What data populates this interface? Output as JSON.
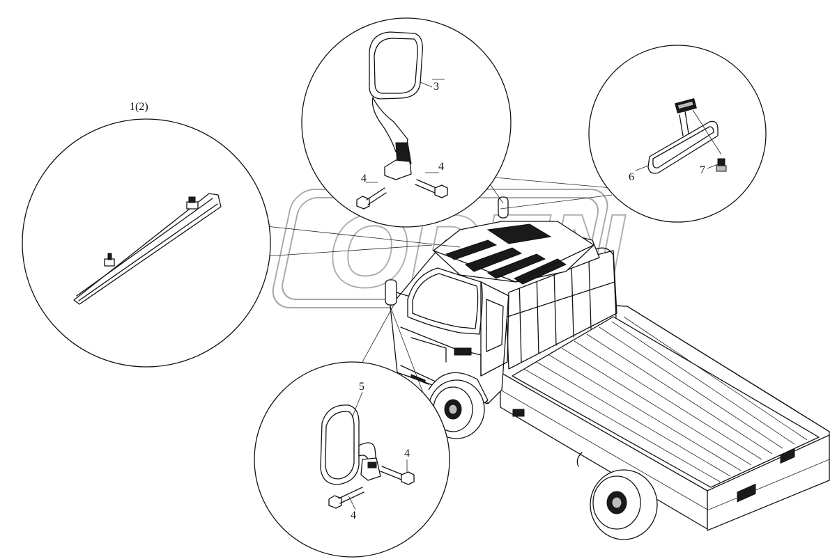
{
  "watermark": "OPEN",
  "callouts": {
    "c1": "1(2)",
    "c3": "3",
    "c4a": "4",
    "c4b": "4",
    "c4c": "4",
    "c4d": "4",
    "c5": "5",
    "c6": "6",
    "c7": "7"
  },
  "colors": {
    "line": "#111111",
    "watermark": "#a8a8a8",
    "background": "#ffffff"
  }
}
